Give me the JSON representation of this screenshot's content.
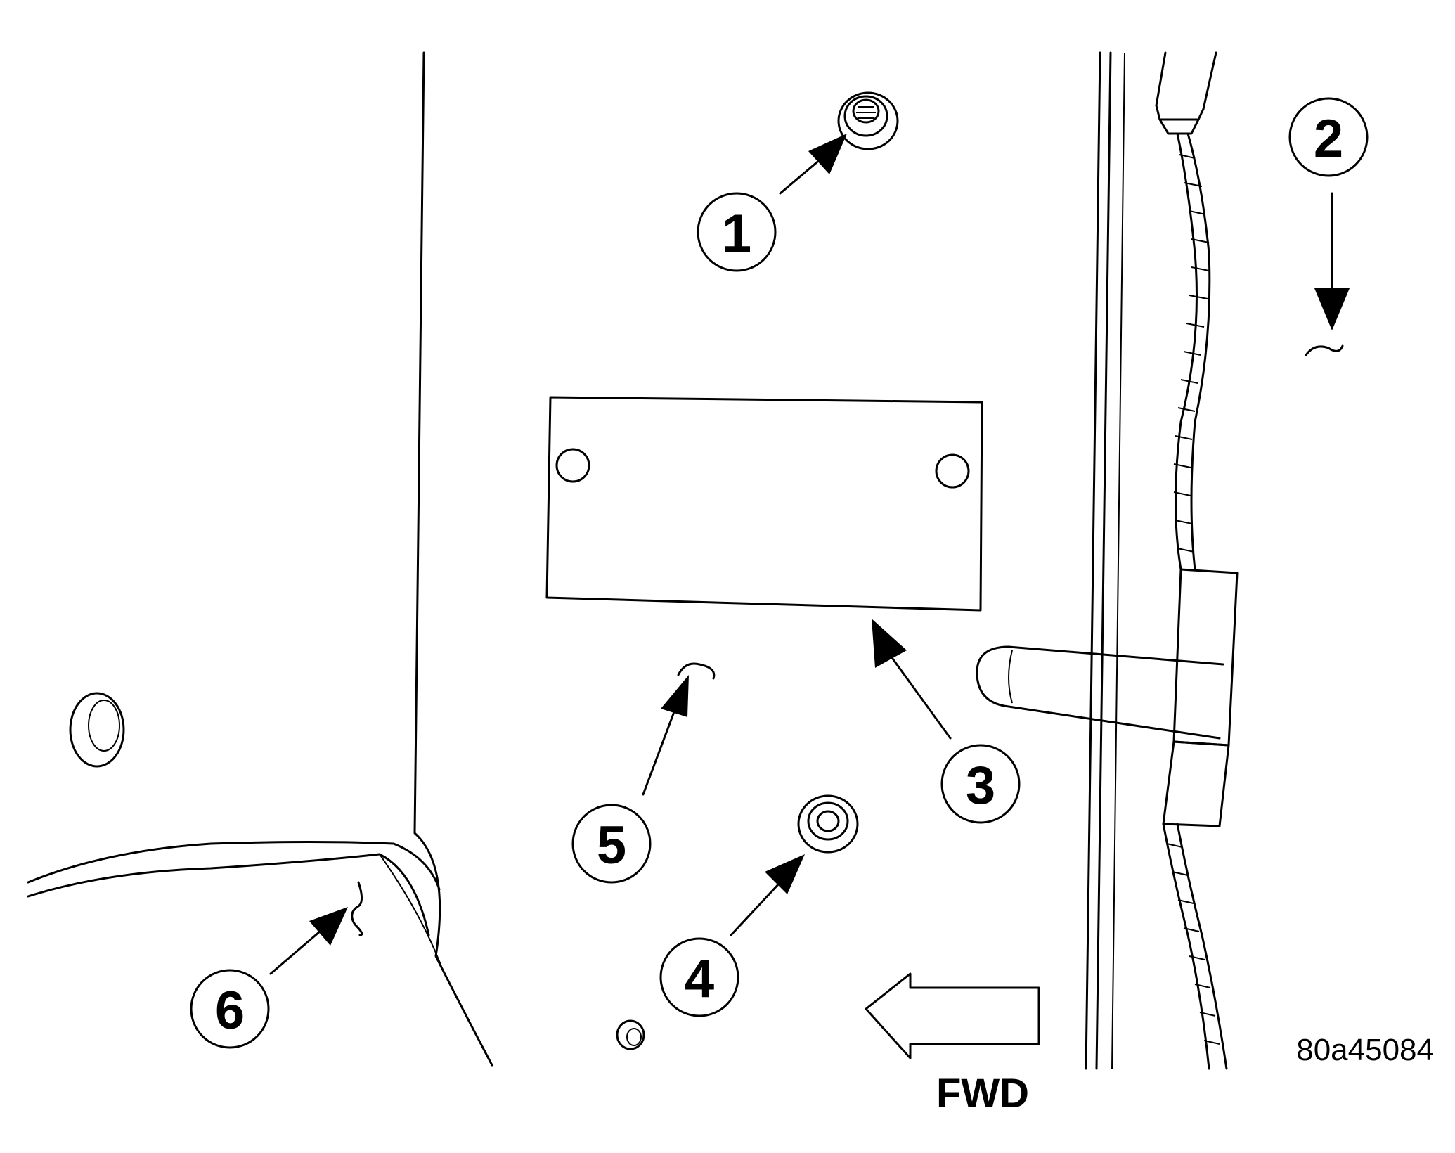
{
  "callouts": {
    "c1": "1",
    "c2": "2",
    "c3": "3",
    "c4": "4",
    "c5": "5",
    "c6": "6"
  },
  "direction_label": "FWD",
  "figure_code": "80a45084"
}
